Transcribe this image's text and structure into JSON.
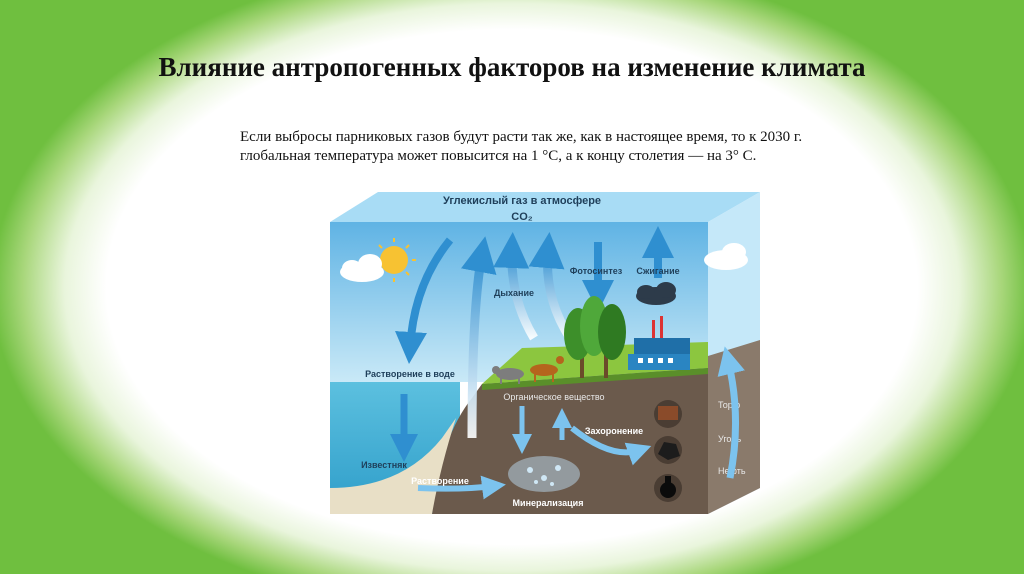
{
  "slide": {
    "title": "Влияние антропогенных факторов на изменение климата",
    "body_lines": [
      "Если выбросы парниковых газов будут расти так же, как в настоящее время, то к 2030 г.",
      "глобальная температура может повысится на 1 °C, а к концу столетия — на 3° С."
    ]
  },
  "diagram": {
    "header": "Углекислый газ в атмосфере",
    "header_formula": "CO₂",
    "labels": {
      "photosynthesis": "Фотосинтез",
      "combustion": "Сжигание",
      "respiration": "Дыхание",
      "dissolution_in_water": "Растворение в воде",
      "organic_matter": "Органическое вещество",
      "burial": "Захоронение",
      "peat": "Торф",
      "coal": "Уголь",
      "oil": "Нефть",
      "limestone": "Известняк",
      "dissolution": "Растворение",
      "mineralization": "Минерализация"
    },
    "colors": {
      "sky": "#7fc4ea",
      "water": "#4fb3d6",
      "soil": "#6b5a4c",
      "grass": "#8cc63f",
      "arrow": "#2f8fd0"
    }
  }
}
